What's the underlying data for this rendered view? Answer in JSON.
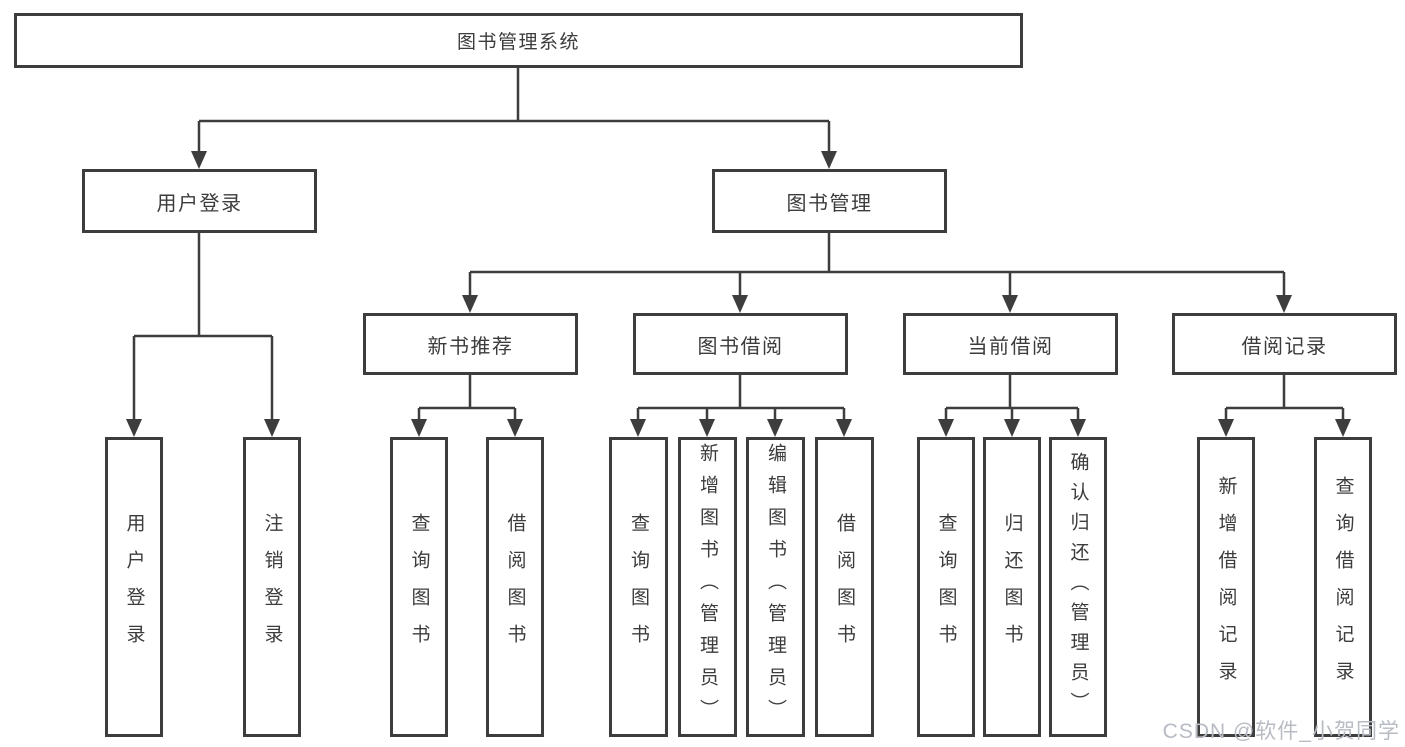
{
  "diagram": {
    "root": {
      "label": "图书管理系统"
    },
    "branches": [
      {
        "label": "用户登录",
        "children": [
          {
            "label": "用户登录"
          },
          {
            "label": "注销登录"
          }
        ]
      },
      {
        "label": "图书管理",
        "sections": [
          {
            "label": "新书推荐",
            "children": [
              {
                "label": "查询图书"
              },
              {
                "label": "借阅图书"
              }
            ]
          },
          {
            "label": "图书借阅",
            "children": [
              {
                "label": "查询图书"
              },
              {
                "label": "新增图书（管理员）"
              },
              {
                "label": "编辑图书（管理员）"
              },
              {
                "label": "借阅图书"
              }
            ]
          },
          {
            "label": "当前借阅",
            "children": [
              {
                "label": "查询图书"
              },
              {
                "label": "归还图书"
              },
              {
                "label": "确认归还（管理员）"
              }
            ]
          },
          {
            "label": "借阅记录",
            "children": [
              {
                "label": "新增借阅记录"
              },
              {
                "label": "查询借阅记录"
              }
            ]
          }
        ]
      }
    ]
  },
  "colors": {
    "line": "#3d3d3d",
    "text": "#3c3c3c",
    "watermark_text": "#b7bbc3",
    "background": "#ffffff"
  },
  "watermark": "CSDN @软件_小贺同学"
}
